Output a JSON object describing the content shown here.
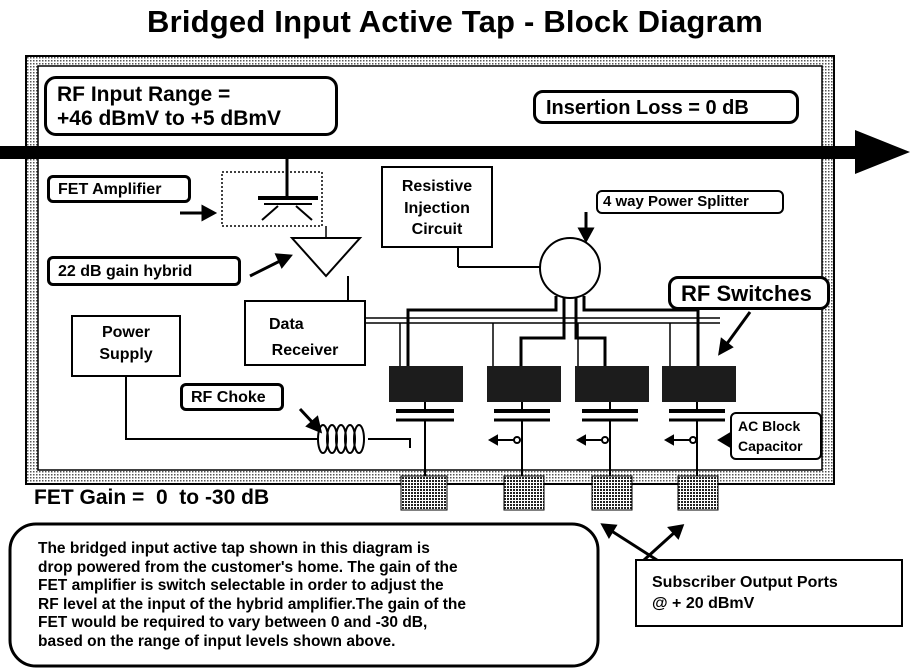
{
  "title": "Bridged Input Active Tap - Block Diagram",
  "labels": {
    "rf_input_range_line1": "RF Input Range =",
    "rf_input_range_line2": "+46 dBmV to +5 dBmV",
    "insertion_loss": "Insertion Loss = 0 dB",
    "fet_amplifier": "FET Amplifier",
    "gain_hybrid": "22 dB gain hybrid",
    "resistive_line1": "Resistive",
    "resistive_line2": "Injection",
    "resistive_line3": "Circuit",
    "power_splitter": "4 way Power Splitter",
    "rf_switches": "RF Switches",
    "power_line1": "Power",
    "power_line2": "Supply",
    "data_line1": "Data",
    "data_line2": "Receiver",
    "rf_choke": "RF Choke",
    "ac_block_line1": "AC Block",
    "ac_block_line2": "Capacitor",
    "fet_gain": "FET Gain =  0  to -30 dB",
    "subscriber_line1": "Subscriber Output Ports",
    "subscriber_line2": "@ + 20 dBmV"
  },
  "note": {
    "line1": "The bridged input active tap shown in this diagram is",
    "line2": "drop powered from the customer's home.  The gain of the",
    "line3": "FET amplifier is switch selectable in order to adjust the",
    "line4": "RF level at the input of the hybrid amplifier.The gain of the",
    "line5": "FET would be required to vary between 0 and -30 dB,",
    "line6": "based on the range of input levels shown above."
  }
}
